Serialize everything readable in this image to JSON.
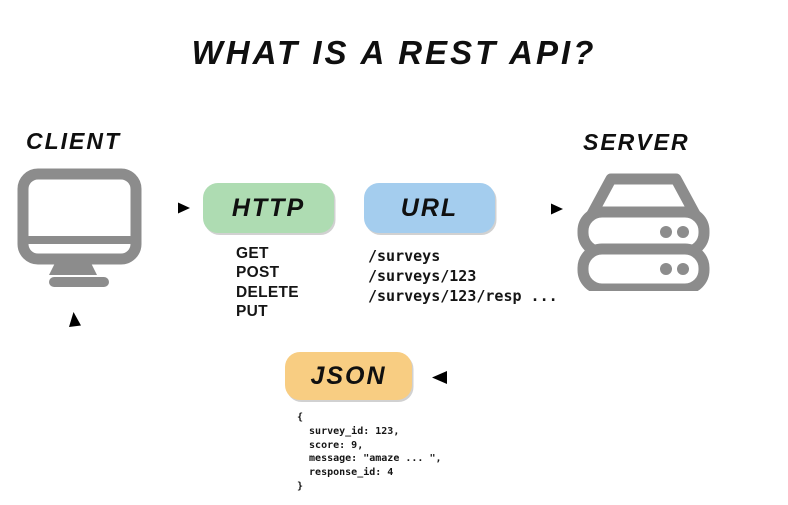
{
  "title": "WHAT IS A REST API?",
  "client": {
    "label": "CLIENT"
  },
  "server": {
    "label": "SERVER"
  },
  "http": {
    "label": "HTTP",
    "color": "#aedcb2",
    "methods": [
      "GET",
      "POST",
      "DELETE",
      "PUT"
    ]
  },
  "url": {
    "label": "URL",
    "color": "#a4cdee",
    "paths": [
      "/surveys",
      "/surveys/123",
      "/surveys/123/resp ..."
    ]
  },
  "json": {
    "label": "JSON",
    "color": "#f8cd82",
    "code_lines": [
      "{",
      "  survey_id: 123,",
      "  score: 9,",
      "  message: \"amaze ... \",",
      "  response_id: 4",
      "}"
    ]
  },
  "colors": {
    "icon_gray": "#8c8c8c",
    "arrow_black": "#141414",
    "box_border": "#4c4c4c"
  }
}
